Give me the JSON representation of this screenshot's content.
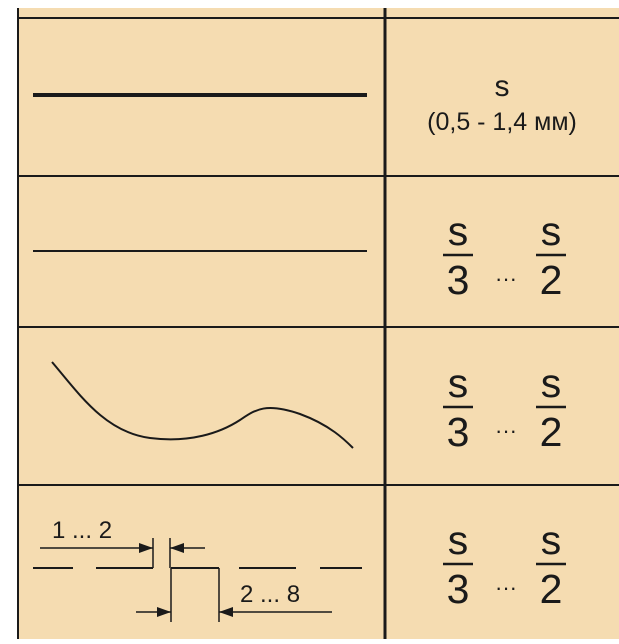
{
  "rows": [
    {
      "symbol_text": "s",
      "range_text": "(0,5 - 1,4 мм)"
    },
    {
      "numerator_left": "s",
      "denominator_left": "3",
      "ellipsis": "···",
      "numerator_right": "s",
      "denominator_right": "2"
    },
    {
      "numerator_left": "s",
      "denominator_left": "3",
      "ellipsis": "···",
      "numerator_right": "s",
      "denominator_right": "2"
    },
    {
      "numerator_left": "s",
      "denominator_left": "3",
      "ellipsis": "···",
      "numerator_right": "s",
      "denominator_right": "2"
    }
  ],
  "dimensions": {
    "top_label": "1 ... 2",
    "bottom_label": "2 ... 8"
  },
  "colors": {
    "background": "#f5dcb1",
    "line": "#1a1a1a"
  }
}
